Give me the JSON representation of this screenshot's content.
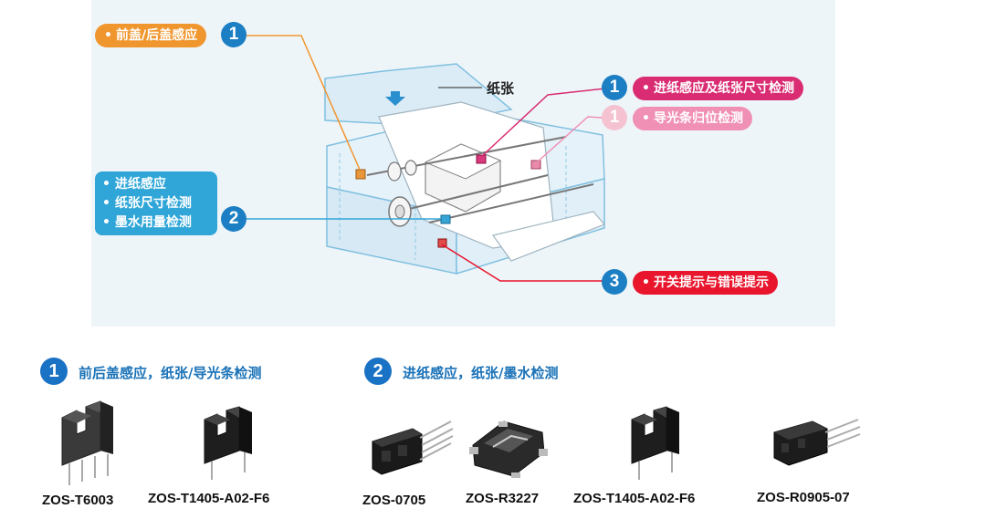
{
  "diagram": {
    "paper_label": "纸张",
    "callouts": [
      {
        "number": "1",
        "text": "前盖/后盖感应",
        "color": "#f0962f"
      },
      {
        "number": "1",
        "text": "进纸感应及纸张尺寸检测",
        "color": "#d92c72"
      },
      {
        "number": "1",
        "text": "导光条归位检测",
        "color": "#f090b4"
      },
      {
        "number": "2",
        "lines": [
          "进纸感应",
          "纸张尺寸检测",
          "墨水用量检测"
        ],
        "color": "#30a6d8"
      },
      {
        "number": "3",
        "text": "开关提示与错误提示",
        "color": "#e8152c"
      }
    ]
  },
  "sections": [
    {
      "number": "1",
      "title": "前后盖感应，纸张/导光条检测",
      "parts": [
        "ZOS-T6003",
        "ZOS-T1405-A02-F6"
      ]
    },
    {
      "number": "2",
      "title": "进纸感应，纸张/墨水检测",
      "parts": [
        "ZOS-0705",
        "ZOS-R3227",
        "ZOS-T1405-A02-F6",
        "ZOS-R0905-07"
      ]
    }
  ],
  "colors": {
    "accent_blue": "#1a72c4",
    "panel_bg": "#eef5f9"
  },
  "bullet": "•"
}
